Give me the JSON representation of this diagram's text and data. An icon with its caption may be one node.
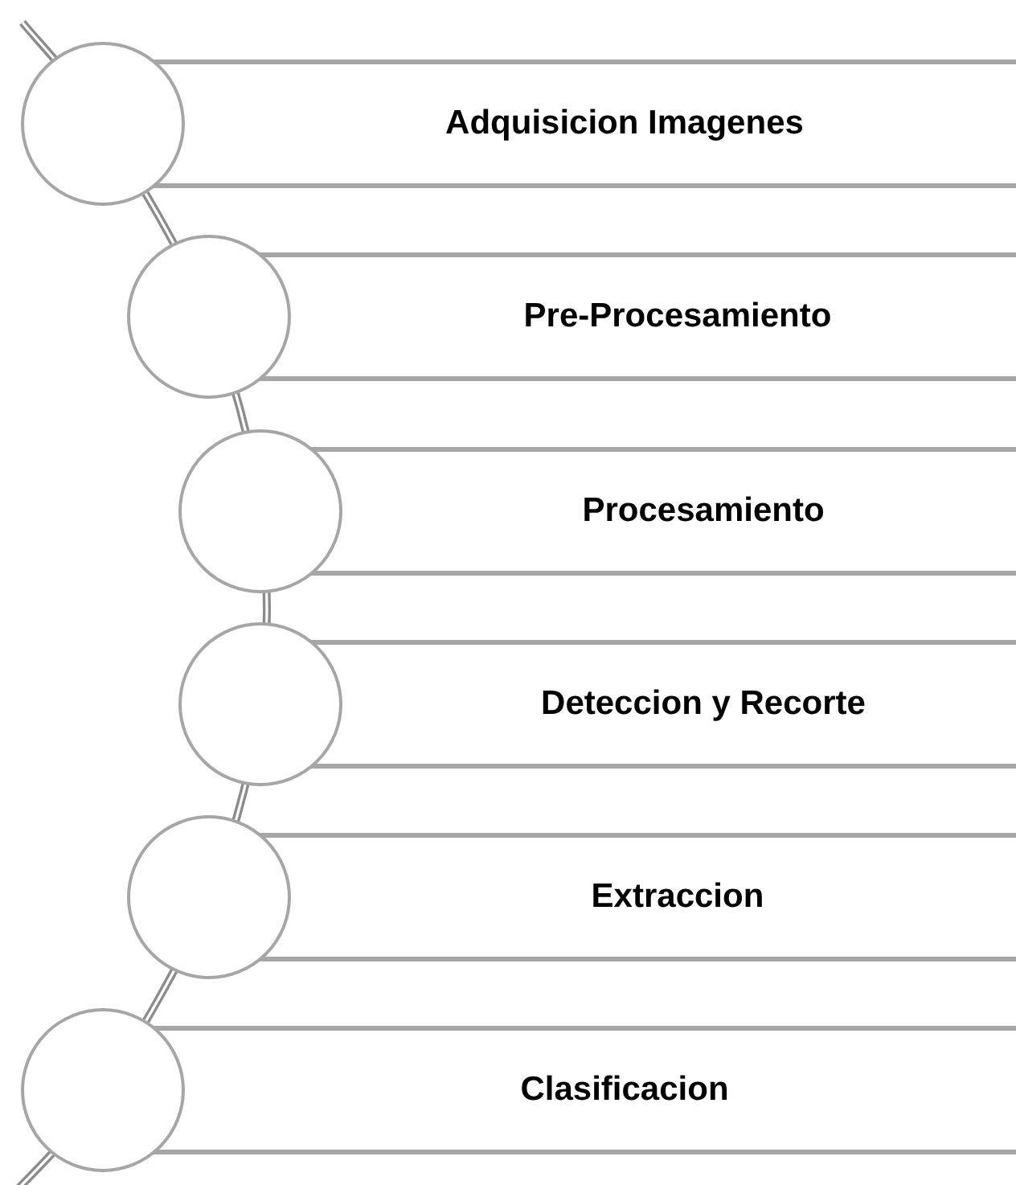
{
  "diagram": {
    "nodes": [
      {
        "text": [],
        "shape": "circle"
      },
      {
        "text": [
          "Adquisicion Imagenes"
        ]
      },
      {
        "text": [],
        "shape": "circle"
      },
      {
        "text": [
          "Pre-Procesamiento"
        ]
      },
      {
        "text": [],
        "shape": "circle"
      },
      {
        "text": [
          "Procesamiento"
        ]
      },
      {
        "text": [],
        "shape": "circle"
      },
      {
        "text": [
          "Deteccion y Recorte"
        ]
      },
      {
        "text": [],
        "shape": "circle"
      },
      {
        "text": [
          "Extraccion"
        ]
      },
      {
        "text": [],
        "shape": "circle"
      },
      {
        "text": [
          "Clasificacion"
        ]
      }
    ]
  }
}
